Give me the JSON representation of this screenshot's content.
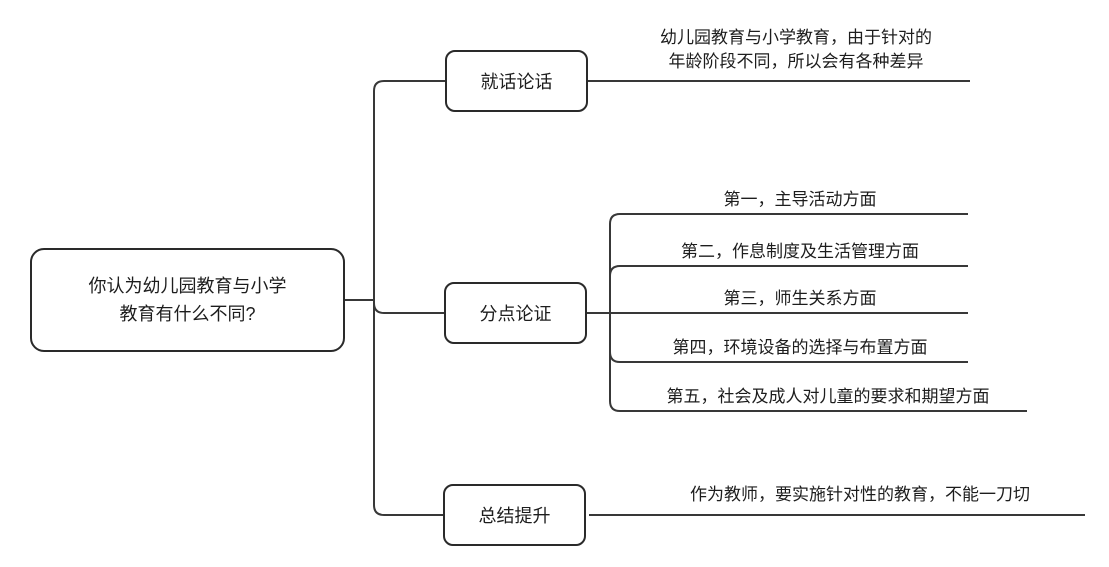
{
  "meta": {
    "background_color": "#ffffff",
    "line_color": "#383838",
    "node_border_color": "#2a2a2a",
    "text_color": "#1d1d1d"
  },
  "root": {
    "label": "你认为幼儿园教育与小学\n教育有什么不同?"
  },
  "branches": [
    {
      "label": "就话论话",
      "children": [
        {
          "text": "幼儿园教育与小学教育，由于针对的\n年龄阶段不同，所以会有各种差异"
        }
      ]
    },
    {
      "label": "分点论证",
      "children": [
        {
          "text": "第一，主导活动方面"
        },
        {
          "text": "第二，作息制度及生活管理方面"
        },
        {
          "text": "第三，师生关系方面"
        },
        {
          "text": "第四，环境设备的选择与布置方面"
        },
        {
          "text": "第五，社会及成人对儿童的要求和期望方面"
        }
      ]
    },
    {
      "label": "总结提升",
      "children": [
        {
          "text": "作为教师，要实施针对性的教育，不能一刀切"
        }
      ]
    }
  ]
}
